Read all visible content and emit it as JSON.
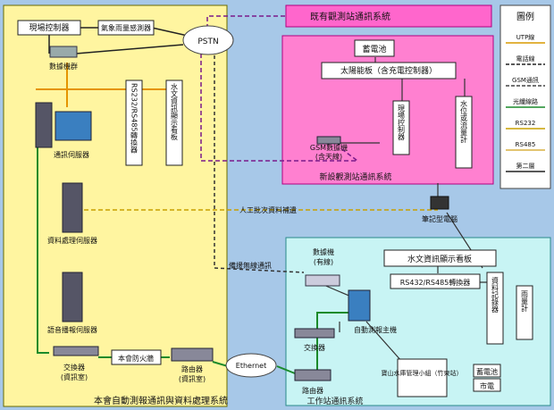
{
  "title_top": "既有觀測站通訊系統",
  "title_new_station": "新設觀測站通訊系統",
  "title_center": "本會自動測報通訊與資料處理系統",
  "title_workstation": "工作站通訊系統",
  "legend": {
    "title": "圖例",
    "items": [
      "UTP線",
      "電話線",
      "GSM通訊",
      "光纖線路",
      "RS232",
      "RS485",
      "第二層"
    ],
    "colors": [
      "#d89a00",
      "#222222",
      "#444444",
      "#1a8a2a",
      "#c8a000",
      "#d8b040",
      "#222222"
    ]
  },
  "nodes": {
    "field_controller_left": "現場控制器",
    "weather_sensor": "氣象雨量感測器",
    "pstn": "PSTN",
    "modem_left": "數據機群",
    "converter_rs232": "RS232/RS485轉換器",
    "hydro_board_left": "水文資訊顯示看板",
    "comm_server": "通訊伺服器",
    "data_server": "資料處理伺服器",
    "voice_server": "語音播報伺服器",
    "switch_left": "交換器",
    "switch_left_sub": "(資訊室)",
    "firewall": "本會防火牆",
    "router_left": "路由器",
    "router_left_sub": "(資訊室)",
    "ethernet": "Ethernet",
    "battery_top": "蓄電池",
    "solar_panel": "太陽能板（含充電控制器）",
    "gsm_modem": "GSM數據機",
    "gsm_modem_sub": "(含天線)",
    "field_controller_right": "現場控制器",
    "water_meter": "水位或流量計",
    "notebook": "筆記型電腦",
    "manual_data": "人工批次資料補遺",
    "wireless_link": "備援無線通訊",
    "modem_right": "數據機",
    "modem_right_sub": "(有線)",
    "hydro_board_right": "水文資訊顯示看板",
    "converter_right": "RS432/RS485轉換器",
    "data_logger": "資料記錄器",
    "rain_gauge": "雨量計",
    "auto_host": "自動測報主機",
    "switch_right": "交換器",
    "reservoir_mgmt": "寶山水庫管理小組（竹東站）",
    "router_right": "路由器",
    "battery_bottom": "蓄電池",
    "city_power": "市電"
  }
}
